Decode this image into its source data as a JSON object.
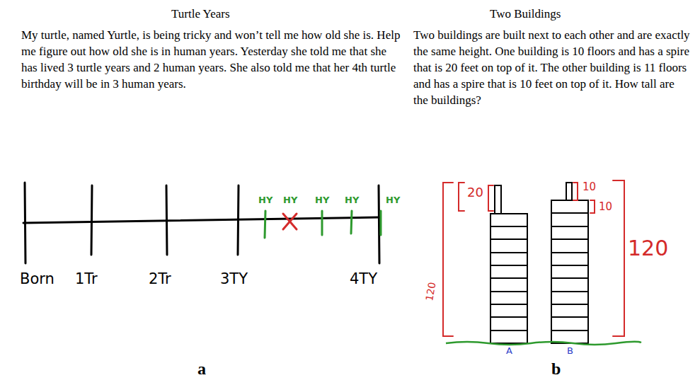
{
  "diagram": {
    "labels": [
      "Turtle Years",
      "My turtle, named Yurtle, is being tricky and won’t tell me how old she is. Help me figure out how old she is in human years. Yesterday she told me that she has lived 3 turtle years and 2 human years. She also told me that her 4th turtle birthday will be in 3 human years.",
      "Two Buildings",
      "Two buildings are built next to each other and are exactly the same height. One building is 10 floors and has a spire that is 20 feet on top of it. The other building is 11 floors and has a spire that is 10 feet on top of it. How tall are the buildings?",
      "Born",
      "1Tr",
      "2Tr",
      "3TY",
      "4TY",
      "HY",
      "HY",
      "HY",
      "HY",
      "HY",
      "20",
      "10",
      "10",
      "120",
      "120",
      "A",
      "B",
      "a",
      "b"
    ]
  }
}
